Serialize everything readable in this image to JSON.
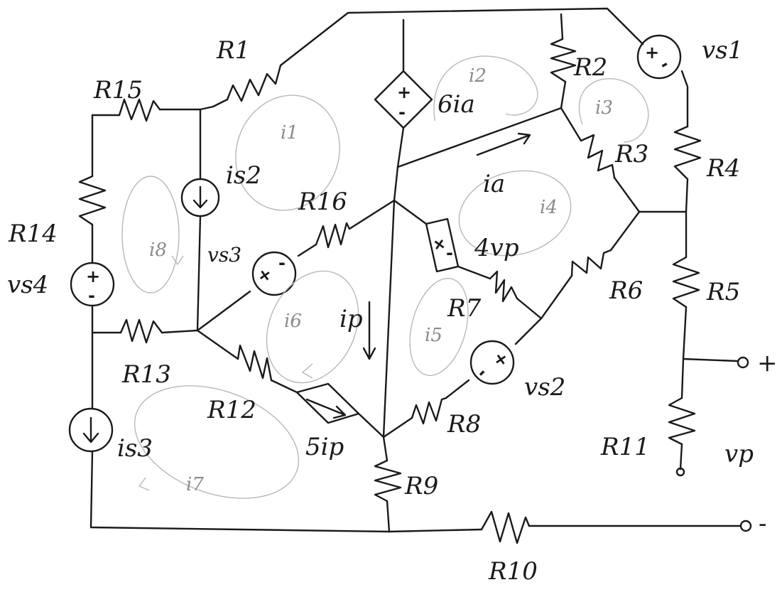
{
  "labels": {
    "R1": "R1",
    "R2": "R2",
    "R3": "R3",
    "R4": "R4",
    "R5": "R5",
    "R6": "R6",
    "R7": "R7",
    "R8": "R8",
    "R9": "R9",
    "R10": "R10",
    "R11": "R11",
    "R12": "R12",
    "R13": "R13",
    "R14": "R14",
    "R15": "R15",
    "R16": "R16",
    "vs1": "vs1",
    "vs2": "vs2",
    "vs3": "vs3",
    "vs4": "vs4",
    "is2": "is2",
    "is3": "is3",
    "dep_6ia": "6ia",
    "dep_4vp": "4vp",
    "dep_5ip": "5ip",
    "ia": "ia",
    "ip": "ip",
    "vp": "vp",
    "plus": "+",
    "minus": "-",
    "loop1": "i1",
    "loop2": "i2",
    "loop3": "i3",
    "loop4": "i4",
    "loop5": "i5",
    "loop6": "i6",
    "loop7": "i7",
    "loop8": "i8"
  }
}
